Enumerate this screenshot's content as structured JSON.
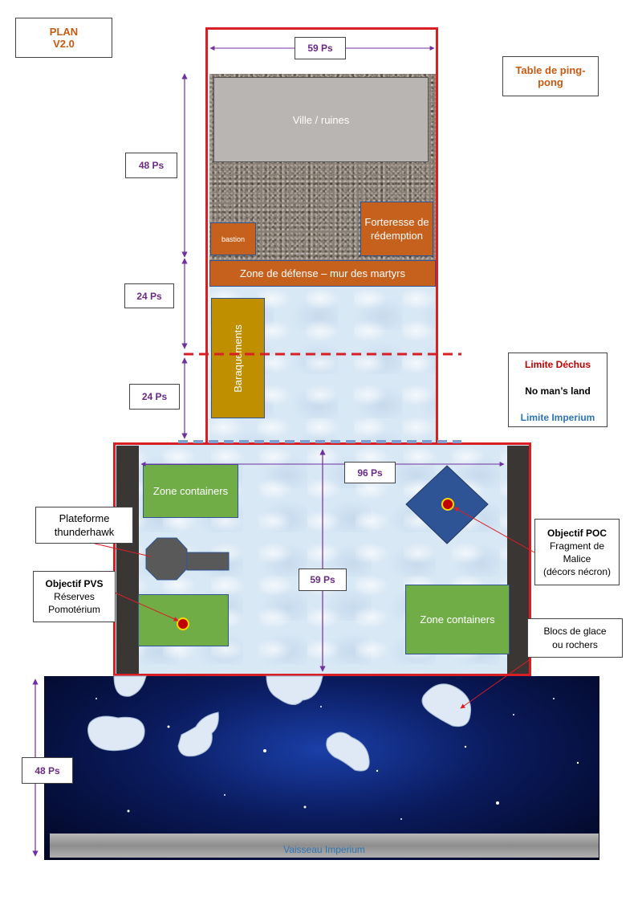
{
  "plan": {
    "line1": "PLAN",
    "line2": "V2.0"
  },
  "table_note": "Table de ping-pong",
  "measures": {
    "top_width": "59 Ps",
    "upper_height": "48 Ps",
    "defense_height": "24 Ps",
    "noman_height": "24 Ps",
    "middle_width": "96 Ps",
    "middle_height": "59 Ps",
    "space_height": "48 Ps"
  },
  "zones": {
    "ville": "Ville / ruines",
    "bastion": "bastion",
    "forteresse": "Forteresse de rédemption",
    "defense": "Zone de défense – mur des martyrs",
    "baraquements": "Baraquements",
    "containers_1": "Zone containers",
    "containers_2": "Zone containers",
    "vaisseau": "Vaisseau Imperium"
  },
  "legend": {
    "limite_dechus": "Limite Déchus",
    "no_mans_land": "No man’s land",
    "limite_imperium": "Limite Imperium"
  },
  "callouts": {
    "plateforme": "Plateforme thunderhawk",
    "pvs_title": "Objectif PVS",
    "pvs_line1": "Réserves",
    "pvs_line2": "Pomotérium",
    "poc_title": "Objectif POC",
    "poc_line1": "Fragment de",
    "poc_line2": "Malice",
    "poc_line3": "(décors nécron)",
    "blocs_line1": "Blocs de glace",
    "blocs_line2": "ou rochers"
  },
  "colors": {
    "red_border": "#d81f26",
    "orange": "#c5611c",
    "green": "#70ad47",
    "blue": "#2f5496",
    "gold": "#bf8f00",
    "purple": "#7030a0",
    "dark_blue_text": "#2e75b6"
  }
}
